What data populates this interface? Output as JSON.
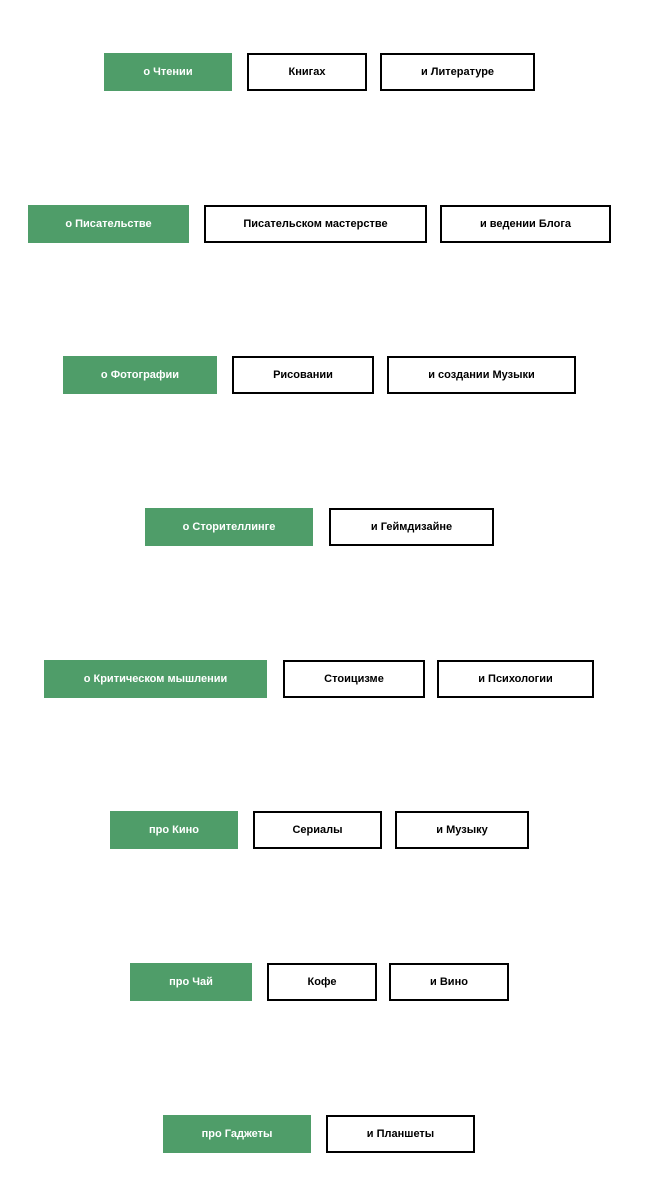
{
  "colors": {
    "primary_bg": "#4f9d69",
    "primary_text": "#ffffff",
    "outline_border": "#000000",
    "outline_text": "#000000",
    "page_bg": "#ffffff"
  },
  "rows": [
    {
      "primary": "о Чтении",
      "secondary": [
        "Книгах",
        "и Литературе"
      ]
    },
    {
      "primary": "о Писательстве",
      "secondary": [
        "Писательском мастерстве",
        "и ведении Блога"
      ]
    },
    {
      "primary": "о Фотографии",
      "secondary": [
        "Рисовании",
        "и создании Музыки"
      ]
    },
    {
      "primary": "о Сторителлинге",
      "secondary": [
        "и Геймдизайне"
      ]
    },
    {
      "primary": "о Критическом мышлении",
      "secondary": [
        "Стоицизме",
        "и Психологии"
      ]
    },
    {
      "primary": "про Кино",
      "secondary": [
        "Сериалы",
        "и Музыку"
      ]
    },
    {
      "primary": "про Чай",
      "secondary": [
        "Кофе",
        "и Вино"
      ]
    },
    {
      "primary": "про Гаджеты",
      "secondary": [
        "и Планшеты"
      ]
    }
  ]
}
